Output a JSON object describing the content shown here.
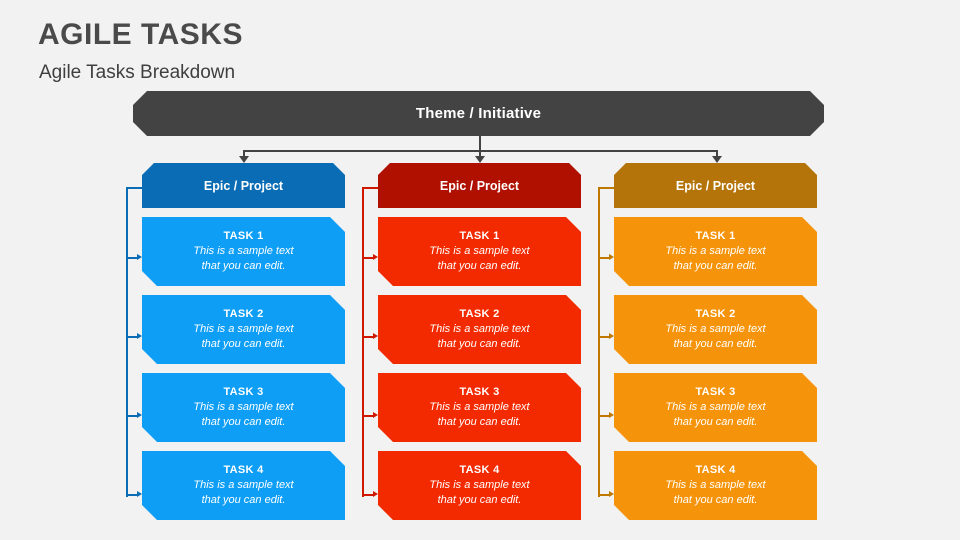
{
  "slide": {
    "title": "AGILE TASKS",
    "subtitle": "Agile Tasks Breakdown",
    "background_color": "#f2f2f2",
    "title_color": "#4a4a4a"
  },
  "theme": {
    "label": "Theme / Initiative",
    "color": "#434343",
    "text_color": "#ffffff"
  },
  "columns": [
    {
      "id": "blue",
      "epic_label": "Epic / Project",
      "header_color": "#0a6cb4",
      "task_color": "#0e9ef5",
      "connector_color": "#0a6cb4",
      "tasks": [
        {
          "title": "TASK 1",
          "line1": "This is a sample text",
          "line2": "that you can edit."
        },
        {
          "title": "TASK 2",
          "line1": "This is a sample text",
          "line2": "that you can edit."
        },
        {
          "title": "TASK 3",
          "line1": "This is a sample text",
          "line2": "that you can edit."
        },
        {
          "title": "TASK 4",
          "line1": "This is a sample text",
          "line2": "that you can edit."
        }
      ]
    },
    {
      "id": "red",
      "epic_label": "Epic / Project",
      "header_color": "#b01000",
      "task_color": "#f32a00",
      "connector_color": "#d01800",
      "tasks": [
        {
          "title": "TASK 1",
          "line1": "This is a sample text",
          "line2": "that you can edit."
        },
        {
          "title": "TASK 2",
          "line1": "This is a sample text",
          "line2": "that you can edit."
        },
        {
          "title": "TASK 3",
          "line1": "This is a sample text",
          "line2": "that you can edit."
        },
        {
          "title": "TASK 4",
          "line1": "This is a sample text",
          "line2": "that you can edit."
        }
      ]
    },
    {
      "id": "orange",
      "epic_label": "Epic / Project",
      "header_color": "#b5740a",
      "task_color": "#f5940a",
      "connector_color": "#c07800",
      "tasks": [
        {
          "title": "TASK 1",
          "line1": "This is a sample text",
          "line2": "that you can edit."
        },
        {
          "title": "TASK 2",
          "line1": "This is a sample text",
          "line2": "that you can edit."
        },
        {
          "title": "TASK 3",
          "line1": "This is a sample text",
          "line2": "that you can edit."
        },
        {
          "title": "TASK 4",
          "line1": "This is a sample text",
          "line2": "that you can edit."
        }
      ]
    }
  ]
}
